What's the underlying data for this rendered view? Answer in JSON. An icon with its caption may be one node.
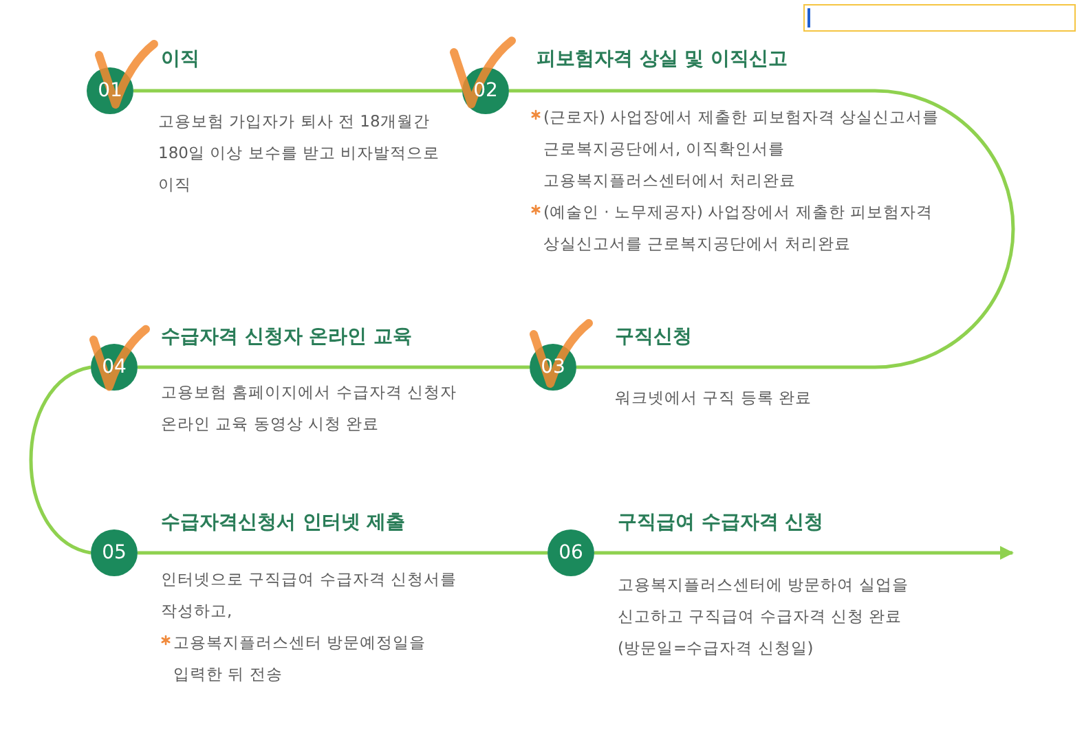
{
  "diagram": {
    "nodes": [
      {
        "text": [
          "01",
          "이직"
        ],
        "beside": [
          "고용보험 가입자가 퇴사 전 18개월간 180일 이상 보수를 받고 비자발적으로 이직"
        ]
      },
      {
        "text": [
          "02",
          "피보험자격 상실 및 이직신고"
        ],
        "beside": [
          "(근로자) 사업장에서 제출한 피보험자격 상실신고서를 근로복지공단에서, 이직확인서를 고용복지플러스센터에서 처리완료",
          "(예술인 · 노무제공자) 사업장에서 제출한 피보험자격 상실신고서를 근로복지공단에서 처리완료"
        ]
      },
      {
        "text": [
          "03",
          "구직신청"
        ],
        "beside": [
          "워크넷에서 구직 등록 완료"
        ]
      },
      {
        "text": [
          "04",
          "수급자격 신청자 온라인 교육"
        ],
        "beside": [
          "고용보험 홈페이지에서 수급자격 신청자 온라인 교육 동영상 시청 완료"
        ]
      },
      {
        "text": [
          "05",
          "수급자격신청서 인터넷 제출"
        ],
        "beside": [
          "인터넷으로 구직급여 수급자격 신청서를 작성하고,",
          "고용복지플러스센터 방문예정일을 입력한 뒤 전송"
        ]
      },
      {
        "text": [
          "06",
          "구직급여 수급자격 신청"
        ],
        "beside": [
          "고용복지플러스센터에 방문하여 실업을 신고하고 구직급여 수급자격 신청 완료",
          "(방문일=수급자격 신청일)"
        ]
      }
    ],
    "edges": [
      {
        "from": 0,
        "to": 1,
        "arrow": "none"
      },
      {
        "from": 1,
        "to": 2,
        "arrow": "none"
      },
      {
        "from": 2,
        "to": 3,
        "arrow": "none"
      },
      {
        "from": 3,
        "to": 4,
        "arrow": "none"
      },
      {
        "from": 4,
        "to": 5,
        "arrow": "none"
      },
      {
        "from": 5,
        "to": null,
        "arrow": "to"
      }
    ]
  }
}
